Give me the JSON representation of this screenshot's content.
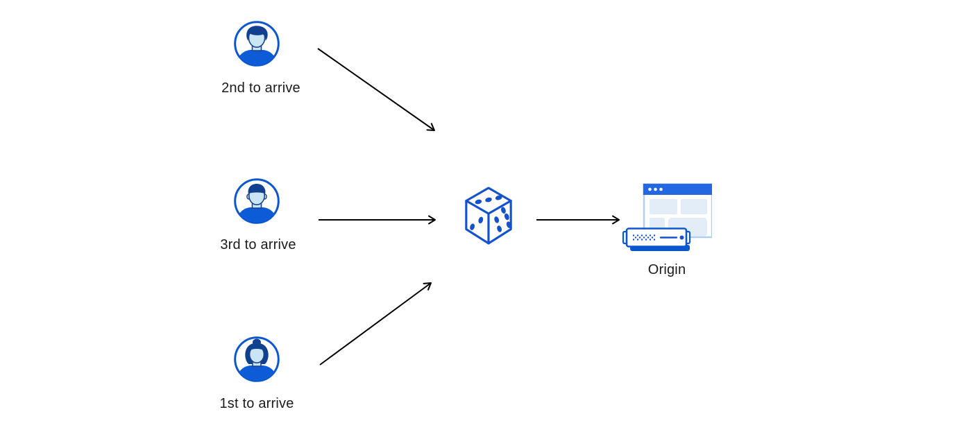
{
  "page": {
    "background": "#ffffff"
  },
  "palette": {
    "outline_blue": "#1352cc",
    "brand_blue": "#0b57cf",
    "hair_navy": "#11408f",
    "face_light_blue": "#c9e5f6",
    "face_outline": "#1b4186",
    "shirt_blue": "#0e5bd8",
    "window_border": "#aecdf2",
    "window_block": "#e2edf8",
    "titlebar_blue": "#2368e1",
    "arrow_black": "#000000",
    "text_color": "#1b1b1b"
  },
  "diagram": {
    "nodes": [
      {
        "id": "client-second",
        "label": "2nd to arrive",
        "icon": "user-male-avatar-icon"
      },
      {
        "id": "client-third",
        "label": "3rd to arrive",
        "icon": "user-male-avatar-icon"
      },
      {
        "id": "client-first",
        "label": "1st to arrive",
        "icon": "user-female-avatar-icon"
      },
      {
        "id": "random-selector",
        "label": "",
        "icon": "dice-icon"
      },
      {
        "id": "origin",
        "label": "Origin",
        "icon": "origin-server-icon"
      }
    ],
    "edges": [
      {
        "from": "client-second",
        "to": "random-selector"
      },
      {
        "from": "client-third",
        "to": "random-selector"
      },
      {
        "from": "client-first",
        "to": "random-selector"
      },
      {
        "from": "random-selector",
        "to": "origin"
      }
    ]
  }
}
